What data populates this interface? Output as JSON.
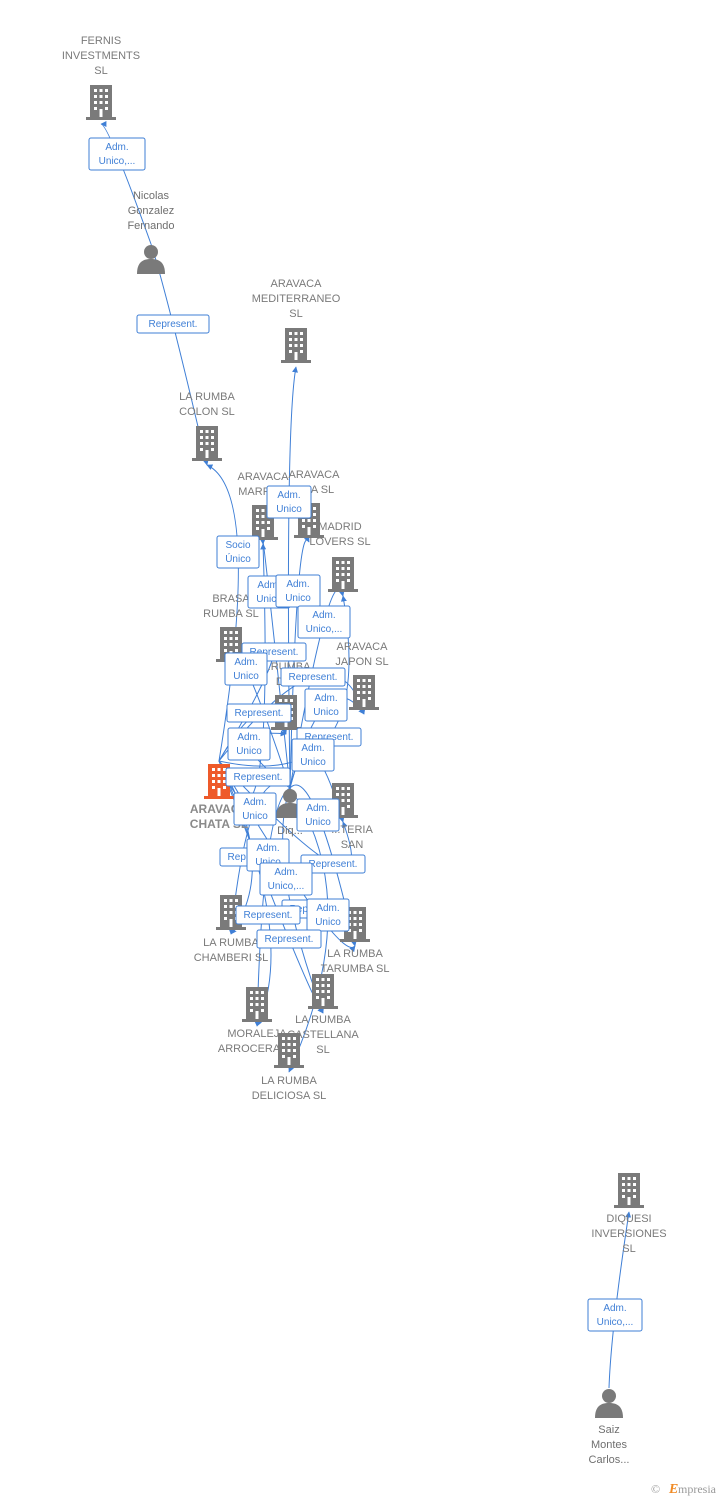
{
  "colors": {
    "company": "#7a7a7a",
    "focus": "#ee5a2a",
    "edge": "#3f7fd6",
    "label": "#7a7a7a"
  },
  "nodes": [
    {
      "id": "fernis",
      "type": "company",
      "label": [
        "FERNIS",
        "INVESTMENTS",
        "SL"
      ]
    },
    {
      "id": "nicolas",
      "type": "person",
      "label": [
        "Nicolas",
        "Gonzalez",
        "Fernando"
      ]
    },
    {
      "id": "aravaca-med",
      "type": "company",
      "label": [
        "ARAVACA",
        "MEDITERRANEO",
        "SL"
      ]
    },
    {
      "id": "colon",
      "type": "company",
      "label": [
        "LA RUMBA",
        "COLON SL"
      ]
    },
    {
      "id": "aravaca-marru",
      "type": "company",
      "label": [
        "ARAVACA",
        "MARRU..."
      ]
    },
    {
      "id": "aravaca-na",
      "type": "company",
      "label": [
        "ARAVACA",
        "...NA SL"
      ]
    },
    {
      "id": "madrid-lovers",
      "type": "company",
      "label": [
        "MADRID",
        "LOVERS SL"
      ]
    },
    {
      "id": "brasa",
      "type": "company",
      "label": [
        "BRASA",
        "RUMBA SL"
      ]
    },
    {
      "id": "aravaca-japon",
      "type": "company",
      "label": [
        "ARAVACA",
        "JAPON SL"
      ]
    },
    {
      "id": "rumba-di",
      "type": "company",
      "label": [
        "...RUMBA",
        "DI..."
      ]
    },
    {
      "id": "aravaca-chata",
      "type": "focus",
      "label": [
        "ARAVACA",
        "CHATA SL"
      ]
    },
    {
      "id": "center-person",
      "type": "person",
      "label": [
        "Diq..."
      ]
    },
    {
      "id": "teria-san",
      "type": "company",
      "label": [
        "...TERIA",
        "SAN",
        "...SL"
      ]
    },
    {
      "id": "chamberi",
      "type": "company",
      "label": [
        "LA RUMBA",
        "CHAMBERI SL"
      ]
    },
    {
      "id": "tarumba",
      "type": "company",
      "label": [
        "LA RUMBA",
        "TARUMBA SL"
      ]
    },
    {
      "id": "moraleja",
      "type": "company",
      "label": [
        "MORALEJA",
        "ARROCERA SL"
      ]
    },
    {
      "id": "castellana",
      "type": "company",
      "label": [
        "LA RUMBA",
        "CASTELLANA",
        "SL"
      ]
    },
    {
      "id": "deliciosa",
      "type": "company",
      "label": [
        "LA RUMBA",
        "DELICIOSA SL"
      ]
    },
    {
      "id": "diquesi",
      "type": "company",
      "label": [
        "DIQUESI",
        "INVERSIONES",
        "SL"
      ]
    },
    {
      "id": "saiz",
      "type": "person",
      "label": [
        "Saiz",
        "Montes",
        "Carlos..."
      ]
    }
  ],
  "edges": [
    {
      "from": "nicolas",
      "to": "fernis",
      "label": [
        "Adm.",
        "Unico,..."
      ]
    },
    {
      "from": "nicolas",
      "to": "colon",
      "label": [
        "Represent."
      ]
    },
    {
      "from": "center-person",
      "to": "aravaca-med",
      "label": [
        "Adm.",
        "Unico"
      ]
    },
    {
      "from": "aravaca-chata",
      "to": "colon",
      "label": [
        "Socio",
        "Único"
      ]
    },
    {
      "from": "center-person",
      "to": "aravaca-marru",
      "label": [
        "Adm.",
        "Unico"
      ]
    },
    {
      "from": "center-person",
      "to": "aravaca-na",
      "label": [
        "Adm.",
        "Unico"
      ]
    },
    {
      "from": "center-person",
      "to": "madrid-lovers",
      "label": [
        "Adm.",
        "Unico,..."
      ]
    },
    {
      "from": "aravaca-chata",
      "to": "brasa",
      "label": [
        "Represent."
      ]
    },
    {
      "from": "center-person",
      "to": "brasa",
      "label": [
        "Adm.",
        "Unico"
      ]
    },
    {
      "from": "aravaca-chata",
      "to": "aravaca-japon",
      "label": [
        "Represent."
      ]
    },
    {
      "from": "aravaca-chata",
      "to": "rumba-di",
      "label": [
        "Represent."
      ]
    },
    {
      "from": "center-person",
      "to": "aravaca-japon",
      "label": [
        "Adm.",
        "Unico"
      ]
    },
    {
      "from": "aravaca-chata",
      "to": "madrid-lovers",
      "label": [
        "Represent."
      ]
    },
    {
      "from": "center-person",
      "to": "rumba-di",
      "label": [
        "Adm.",
        "Unico"
      ]
    },
    {
      "from": "center-person",
      "to": "teria-san",
      "label": [
        "Adm.",
        "Unico"
      ]
    },
    {
      "from": "aravaca-chata",
      "to": "aravaca-marru",
      "label": [
        "Represent."
      ]
    },
    {
      "from": "center-person",
      "to": "chamberi",
      "label": [
        "Adm.",
        "Unico"
      ]
    },
    {
      "from": "center-person",
      "to": "tarumba",
      "label": [
        "Adm.",
        "Unico"
      ]
    },
    {
      "from": "aravaca-chata",
      "to": "chamberi",
      "label": [
        "Represent."
      ]
    },
    {
      "from": "aravaca-chata",
      "to": "teria-san",
      "label": [
        "Represent."
      ]
    },
    {
      "from": "center-person",
      "to": "moraleja",
      "label": [
        "Adm.",
        "Unico"
      ]
    },
    {
      "from": "center-person",
      "to": "castellana",
      "label": [
        "Adm.",
        "Unico,..."
      ]
    },
    {
      "from": "aravaca-chata",
      "to": "tarumba",
      "label": [
        "Represent."
      ]
    },
    {
      "from": "center-person",
      "to": "deliciosa",
      "label": [
        "Adm.",
        "Unico"
      ]
    },
    {
      "from": "aravaca-chata",
      "to": "moraleja",
      "label": [
        "Represent."
      ]
    },
    {
      "from": "aravaca-chata",
      "to": "castellana",
      "label": [
        "Represent."
      ]
    },
    {
      "from": "saiz",
      "to": "diquesi",
      "label": [
        "Adm.",
        "Unico,..."
      ]
    }
  ],
  "footer": {
    "copyright": "©",
    "brand_initial": "E",
    "brand_rest": "mpresia"
  }
}
